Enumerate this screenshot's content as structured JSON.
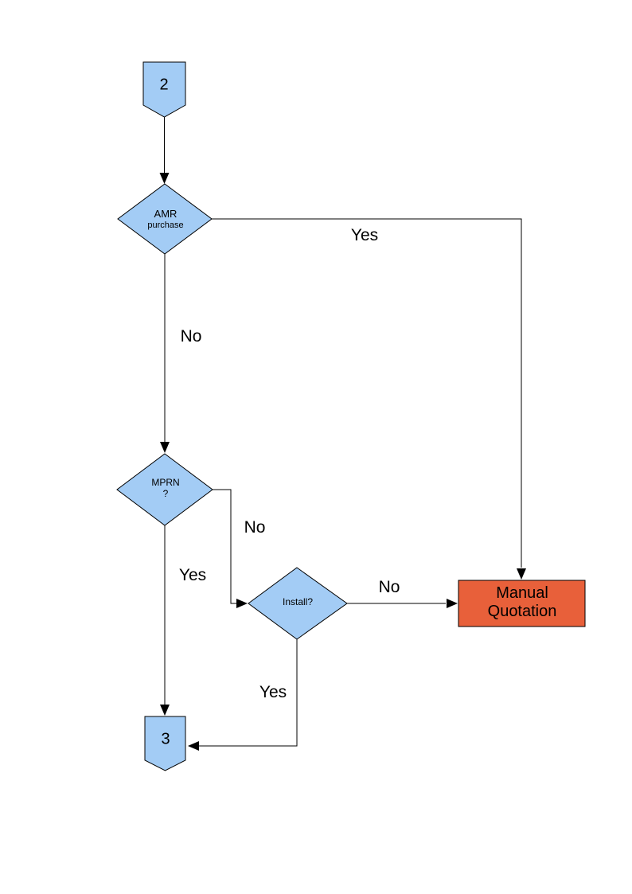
{
  "colors": {
    "background": "#FFFFFF",
    "node_fill": "#A3CCF5",
    "node_border": "#000000",
    "terminal_fill": "#E8603A",
    "line": "#000000",
    "text": "#000000"
  },
  "nodes": {
    "connector_in": {
      "type": "off-page-connector",
      "label": "2"
    },
    "amr": {
      "type": "decision",
      "line1": "AMR",
      "line2": "purchase"
    },
    "mprn": {
      "type": "decision",
      "line1": "MPRN",
      "line2": "?"
    },
    "install": {
      "type": "decision",
      "label": "Install?"
    },
    "manual_quotation": {
      "type": "process",
      "line1": "Manual",
      "line2": "Quotation"
    },
    "connector_out": {
      "type": "off-page-connector",
      "label": "3"
    }
  },
  "edges": {
    "amr_yes": "Yes",
    "amr_no": "No",
    "mprn_no": "No",
    "mprn_yes": "Yes",
    "install_no": "No",
    "install_yes": "Yes"
  }
}
